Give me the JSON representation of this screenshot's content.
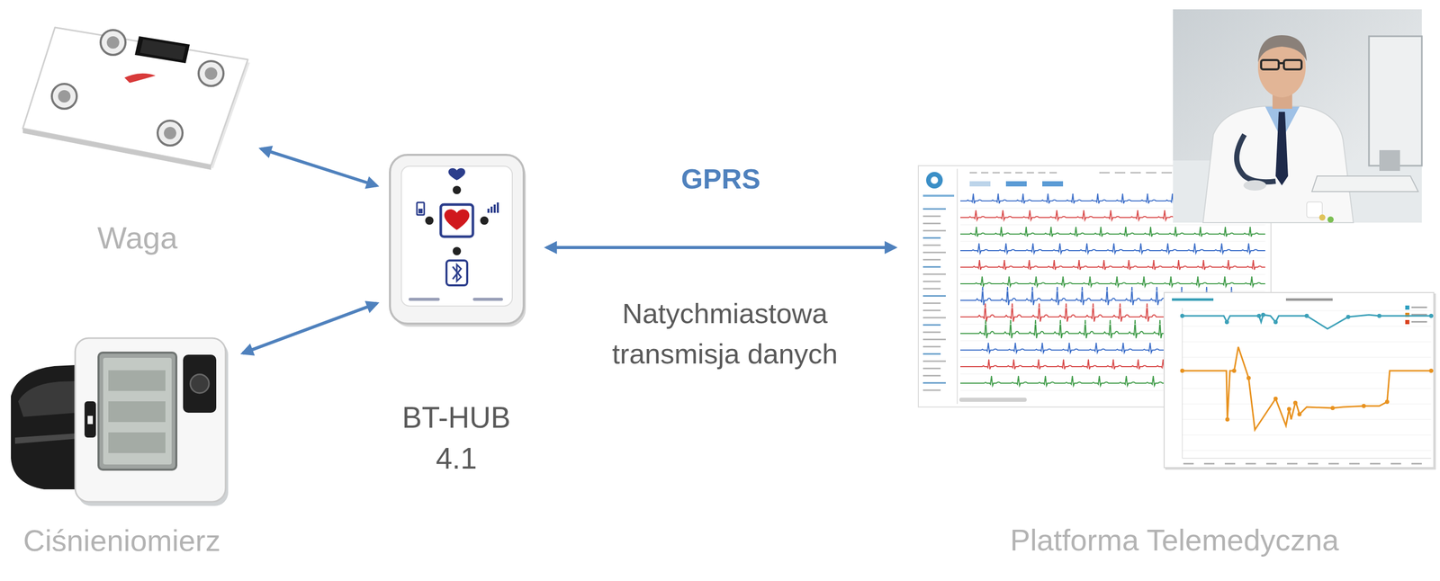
{
  "diagram": {
    "nodes": [
      {
        "text": [
          "Waga"
        ]
      },
      {
        "text": [
          "Ciśnieniomierz"
        ]
      },
      {
        "text": [
          "BT-HUB 4.1"
        ]
      },
      {
        "text": [
          "Platforma Telemedyczna"
        ]
      }
    ],
    "edges": [
      {
        "from": 0,
        "to": 2,
        "arrow": "both"
      },
      {
        "from": 1,
        "to": 2,
        "arrow": "both"
      },
      {
        "from": 2,
        "to": 3,
        "arrow": "both",
        "label": "GPRS"
      }
    ],
    "labels": [
      "Natychmiastowa transmisja danych"
    ]
  }
}
